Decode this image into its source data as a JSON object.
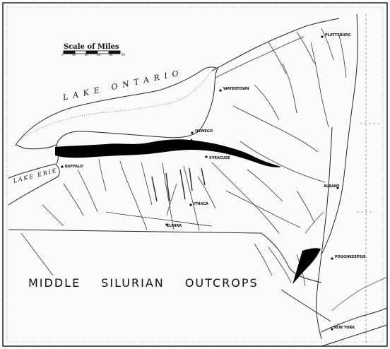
{
  "map": {
    "title": "MIDDLE SILURIAN OUTCROPS",
    "scale": {
      "title": "Scale of Miles",
      "ticks": [
        "0",
        "10",
        "20",
        "30",
        "40",
        "50"
      ]
    },
    "water_labels": {
      "lake_ontario": "LAKE ONTARIO",
      "lake_erie": "LAKE ERIE"
    },
    "cities": {
      "plattsburg": "PLATTSBURG",
      "watertown": "WATERTOWN",
      "oswego": "OSWEGO",
      "syracuse": "SYRACUSE",
      "buffalo": "BUFFALO",
      "albany": "ALBANY",
      "ithaca": "ITHACA",
      "elmira": "ELMIRA",
      "poughkeepsie": "POUGHKEEPSIE",
      "new_york": "NEW YORK"
    },
    "colors": {
      "ink": "#111111",
      "paper": "#fbfbfb",
      "outcrop": "#000000"
    }
  }
}
